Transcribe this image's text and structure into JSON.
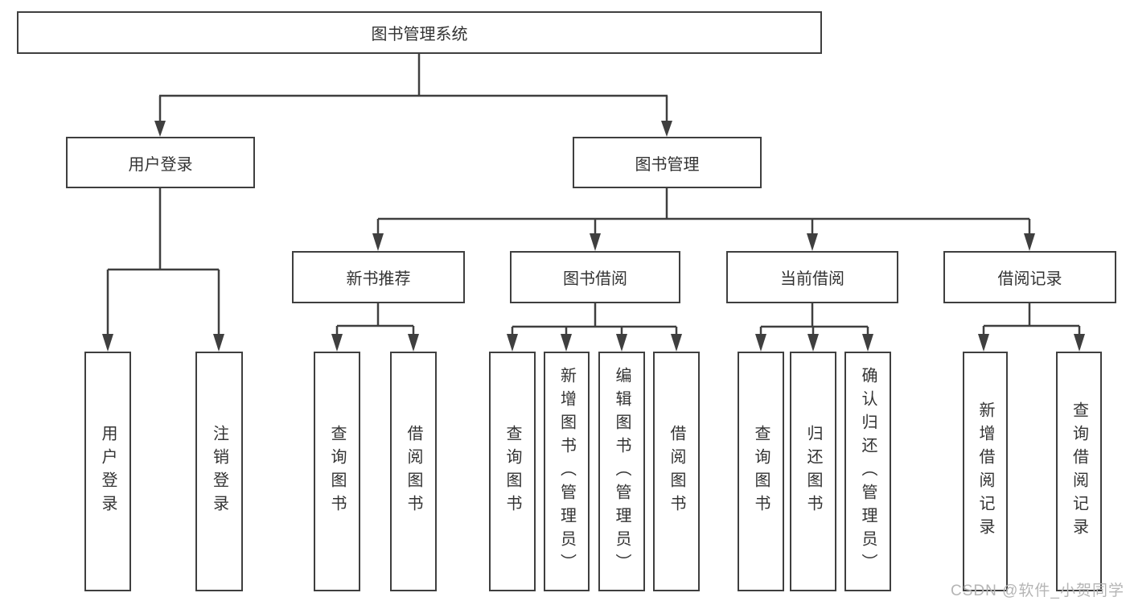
{
  "tree": {
    "root": {
      "label": "图书管理系统"
    },
    "level2": [
      {
        "label": "用户登录"
      },
      {
        "label": "图书管理"
      }
    ],
    "level3": [
      {
        "label": "新书推荐",
        "parent": "图书管理"
      },
      {
        "label": "图书借阅",
        "parent": "图书管理"
      },
      {
        "label": "当前借阅",
        "parent": "图书管理"
      },
      {
        "label": "借阅记录",
        "parent": "图书管理"
      }
    ],
    "leaves": [
      {
        "label": "用户登录",
        "parent": "用户登录"
      },
      {
        "label": "注销登录",
        "parent": "用户登录"
      },
      {
        "label": "查询图书",
        "parent": "新书推荐"
      },
      {
        "label": "借阅图书",
        "parent": "新书推荐"
      },
      {
        "label": "查询图书",
        "parent": "图书借阅"
      },
      {
        "label": "新增图书（管理员）",
        "parent": "图书借阅"
      },
      {
        "label": "编辑图书（管理员）",
        "parent": "图书借阅"
      },
      {
        "label": "借阅图书",
        "parent": "图书借阅"
      },
      {
        "label": "查询图书",
        "parent": "当前借阅"
      },
      {
        "label": "归还图书",
        "parent": "当前借阅"
      },
      {
        "label": "确认归还（管理员）",
        "parent": "当前借阅"
      },
      {
        "label": "新增借阅记录",
        "parent": "借阅记录"
      },
      {
        "label": "查询借阅记录",
        "parent": "借阅记录"
      }
    ]
  },
  "watermark": {
    "text": "CSDN @软件_小贺同学"
  },
  "colors": {
    "line": "#3f3f3f",
    "box_border": "#3f3f3f",
    "text": "#333333",
    "background": "#ffffff",
    "watermark": "#b5b5b5"
  }
}
